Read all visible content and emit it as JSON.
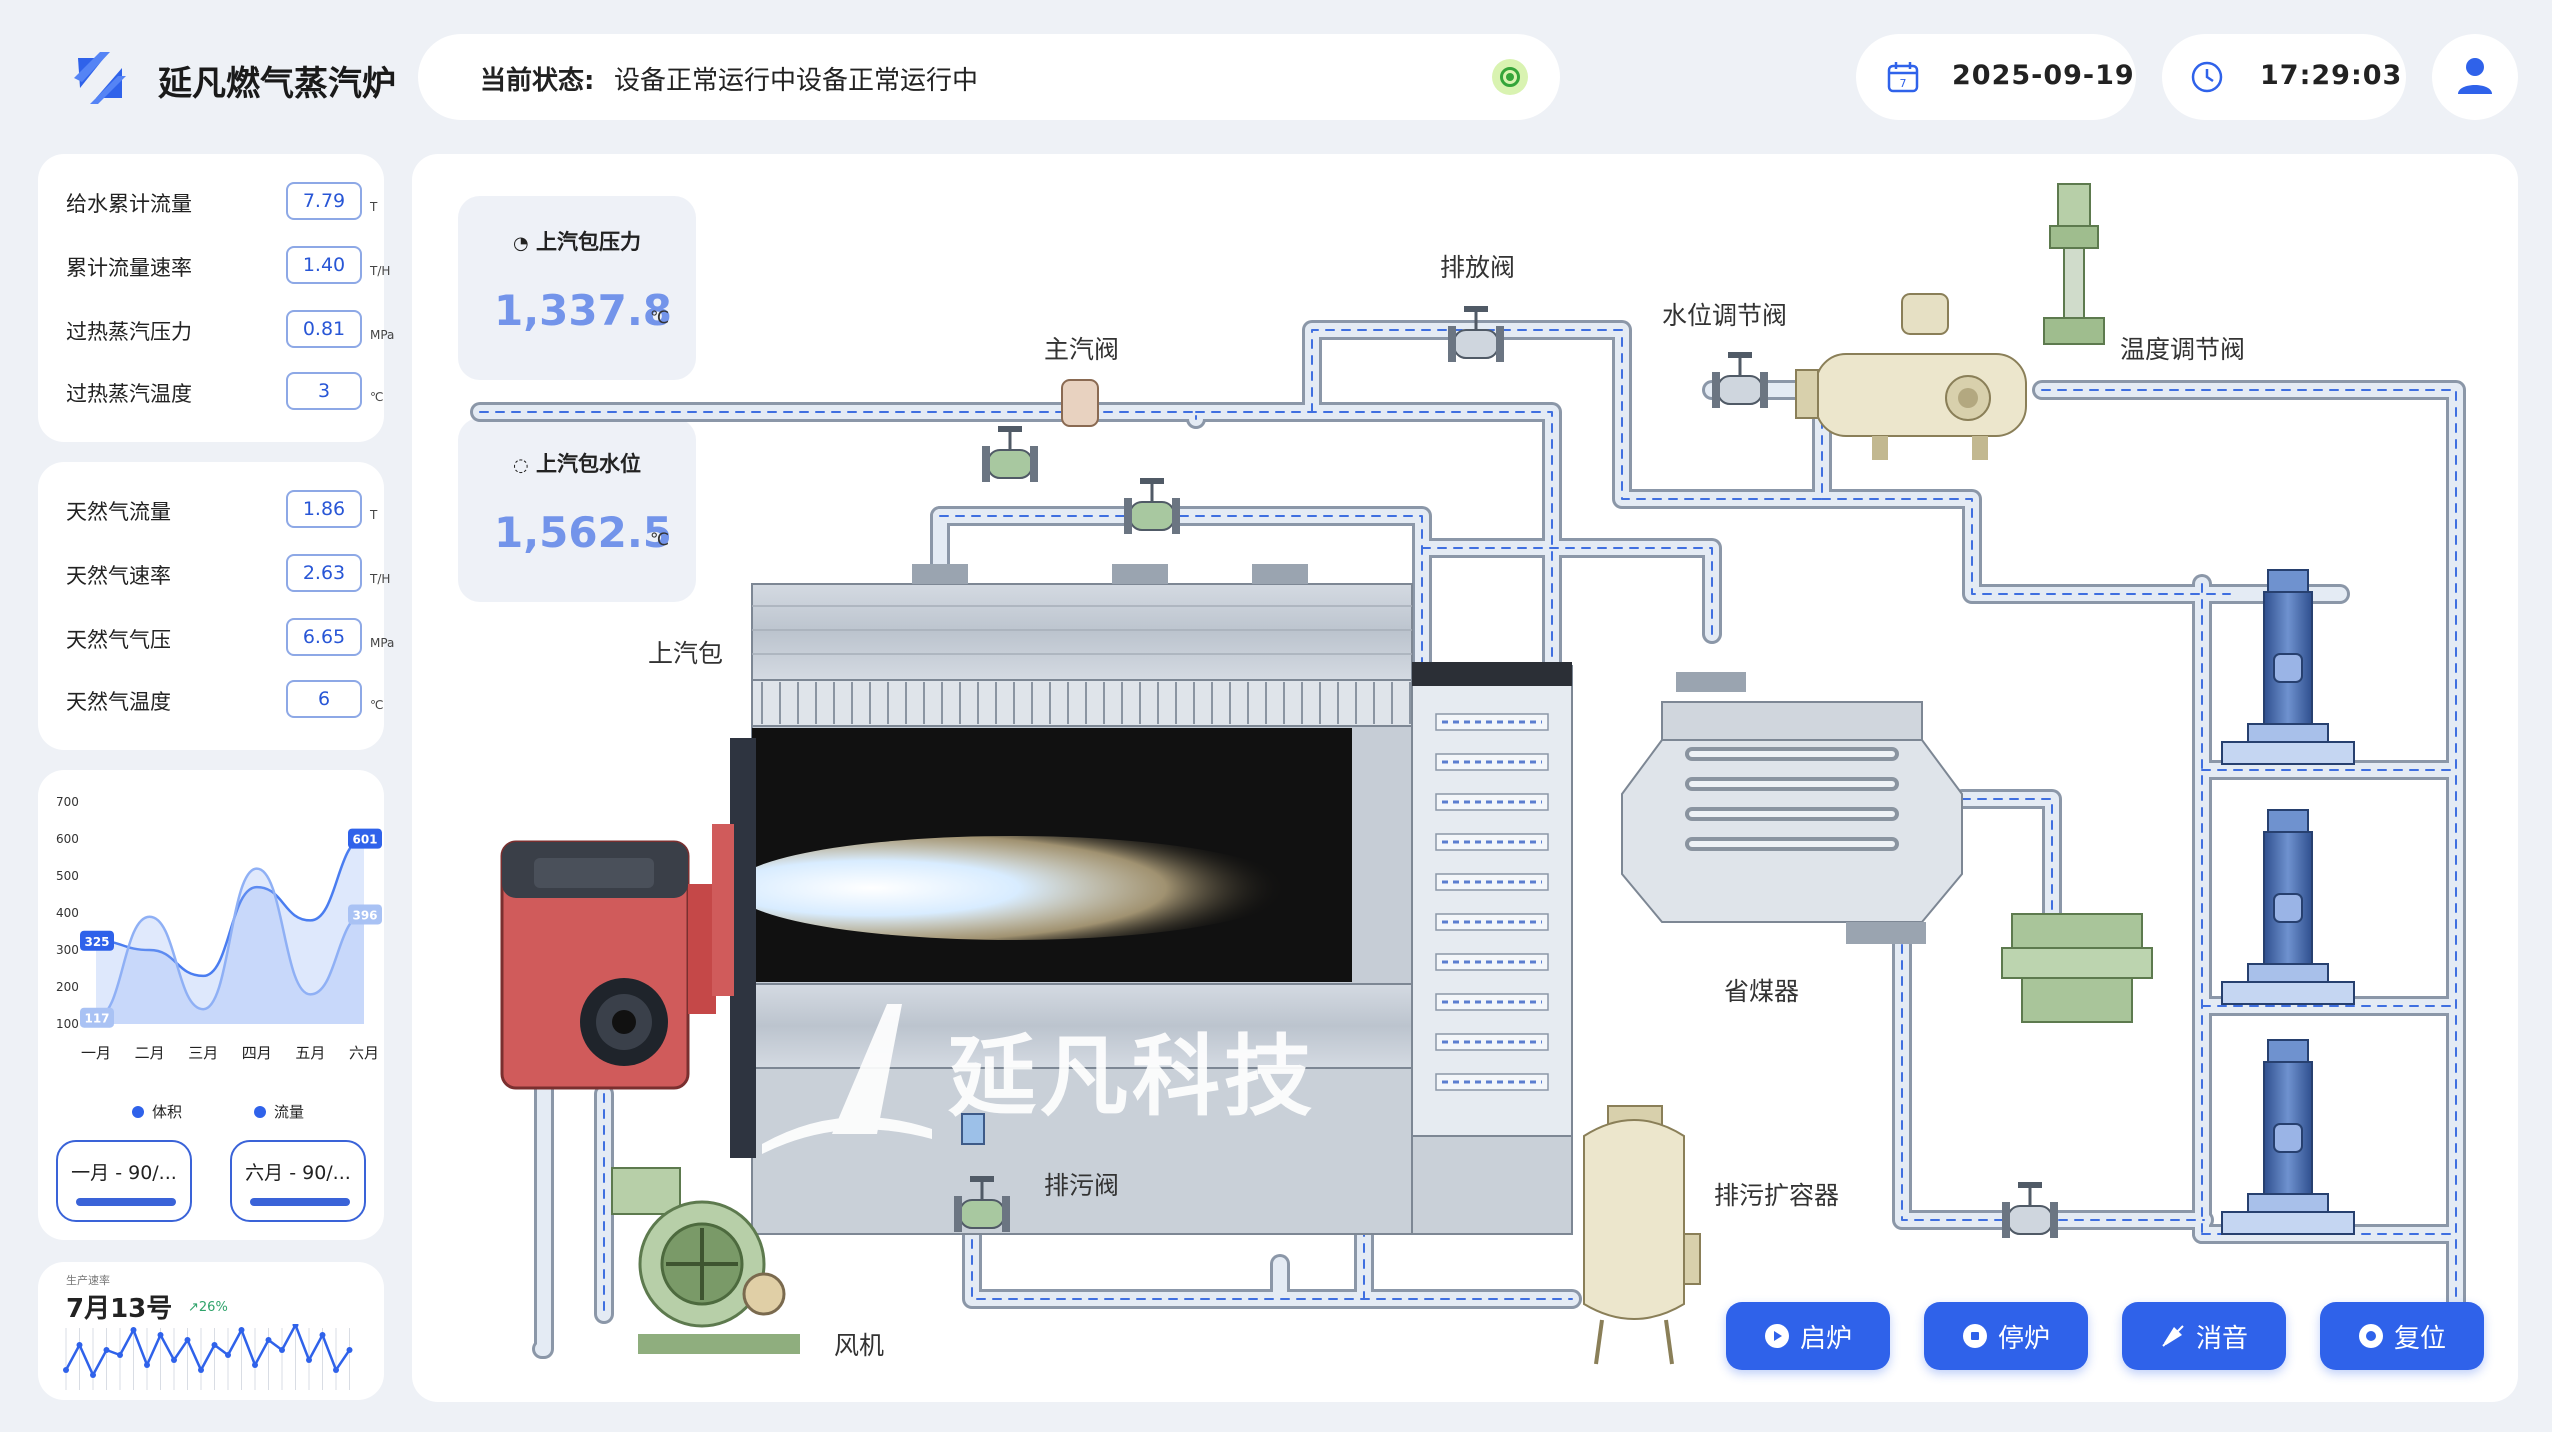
{
  "header": {
    "brand": "延凡燃气蒸汽炉",
    "status_label": "当前状态:",
    "status_text": "设备正常运行中设备正常运行中",
    "date": "2025-09-19",
    "time": "17:29:03",
    "icons": [
      "logo-icon",
      "calendar-icon",
      "clock-icon",
      "user-icon",
      "status-indicator-icon"
    ],
    "status_color": "#35a53a"
  },
  "water_params": [
    {
      "label": "给水累计流量",
      "value": "7.79",
      "unit": "T"
    },
    {
      "label": "累计流量速率",
      "value": "1.40",
      "unit": "T/H"
    },
    {
      "label": "过热蒸汽压力",
      "value": "0.81",
      "unit": "MPa"
    },
    {
      "label": "过热蒸汽温度",
      "value": "3",
      "unit": "℃"
    }
  ],
  "gas_params": [
    {
      "label": "天然气流量",
      "value": "1.86",
      "unit": "T"
    },
    {
      "label": "天然气速率",
      "value": "2.63",
      "unit": "T/H"
    },
    {
      "label": "天然气气压",
      "value": "6.65",
      "unit": "MPa"
    },
    {
      "label": "天然气温度",
      "value": "6",
      "unit": "℃"
    }
  ],
  "chart_data": {
    "type": "area",
    "categories": [
      "一月",
      "二月",
      "三月",
      "四月",
      "五月",
      "六月"
    ],
    "yticks": [
      "700",
      "600",
      "500",
      "400",
      "300",
      "200",
      "100"
    ],
    "ylim": [
      100,
      700
    ],
    "series": [
      {
        "name": "体积",
        "color": "#4a7df0",
        "values": [
          325,
          300,
          230,
          470,
          380,
          601
        ]
      },
      {
        "name": "流量",
        "color": "#8fb0f5",
        "values": [
          117,
          390,
          140,
          520,
          180,
          396
        ]
      }
    ],
    "data_labels": [
      "325",
      "117",
      "601",
      "396"
    ],
    "legend_position": "bottom"
  },
  "range_buttons": [
    {
      "label": "一月 - 90/..."
    },
    {
      "label": "六月 - 90/..."
    }
  ],
  "production": {
    "title": "生产速率",
    "date": "7月13号",
    "trend": "26%",
    "trend_color": "#2fa36b",
    "spark": [
      20,
      45,
      15,
      40,
      35,
      60,
      25,
      55,
      30,
      50,
      20,
      45,
      35,
      60,
      25,
      50,
      40,
      65,
      30,
      55,
      20,
      40
    ]
  },
  "gauges": {
    "pressure_title": "上汽包压力",
    "pressure_value": "1,337.8",
    "pressure_unit": "℃",
    "level_title": "上汽包水位",
    "level_value": "1,562.5",
    "level_unit": "℃"
  },
  "labels": {
    "discharge_valve_top": "排放阀",
    "water_level_valve": "水位调节阀",
    "main_steam_valve": "主汽阀",
    "temp_valve": "温度调节阀",
    "upper_drum": "上汽包",
    "economizer": "省煤器",
    "blowdown_valve": "排污阀",
    "blowdown_tank": "排污扩容器",
    "fan": "风机",
    "watermark": "延凡科技"
  },
  "controls": [
    {
      "label": "启炉",
      "icon": "play-icon"
    },
    {
      "label": "停炉",
      "icon": "stop-icon"
    },
    {
      "label": "消音",
      "icon": "mute-icon"
    },
    {
      "label": "复位",
      "icon": "reset-icon"
    }
  ],
  "colors": {
    "accent": "#2f62ea",
    "pipe": "#c6d2e2",
    "flame_bg": "#0a0a0a",
    "burner": "#d05858",
    "valve": "#a8c8a0"
  }
}
